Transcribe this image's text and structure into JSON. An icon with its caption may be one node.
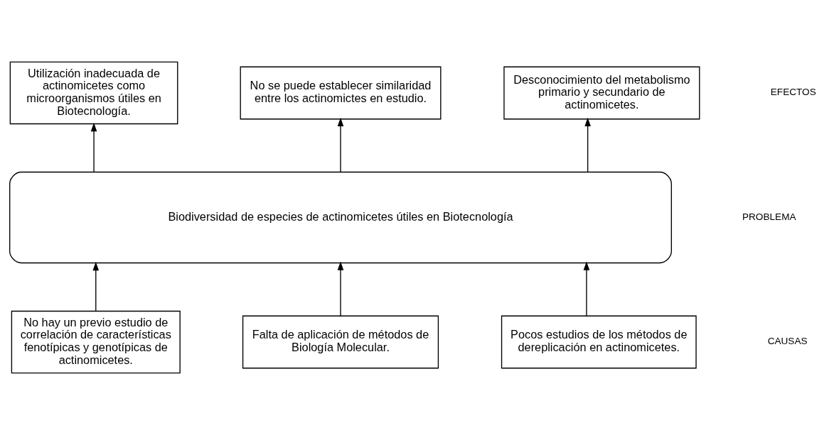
{
  "diagram": {
    "nodes": [
      {
        "text": [
          "Utilización inadecuada de actinomicetes como microorganismos útiles en Biotecnología."
        ]
      },
      {
        "text": [
          "No se puede establecer similaridad entre los actinomictes en estudio."
        ]
      },
      {
        "text": [
          "Desconocimiento del metabolismo primario y secundario de actinomicetes."
        ]
      },
      {
        "text": [
          "Biodiversidad de especies de actinomicetes útiles en Biotecnología"
        ]
      },
      {
        "text": [
          "No hay un previo estudio de correlación de características fenotípicas y genotípicas de actinomicetes."
        ]
      },
      {
        "text": [
          "Falta de aplicación de métodos de Biología Molecular."
        ]
      },
      {
        "text": [
          "Pocos estudios de los métodos de dereplicación en actinomicetes."
        ]
      }
    ],
    "edges": [
      {
        "from": 3,
        "to": 0,
        "arrow": "to"
      },
      {
        "from": 3,
        "to": 1,
        "arrow": "to"
      },
      {
        "from": 3,
        "to": 2,
        "arrow": "to"
      },
      {
        "from": 4,
        "to": 3,
        "arrow": "to"
      },
      {
        "from": 5,
        "to": 3,
        "arrow": "to"
      },
      {
        "from": 6,
        "to": 3,
        "arrow": "to"
      }
    ],
    "labels": [
      "EFECTOS",
      "PROBLEMA",
      "CAUSAS"
    ]
  }
}
